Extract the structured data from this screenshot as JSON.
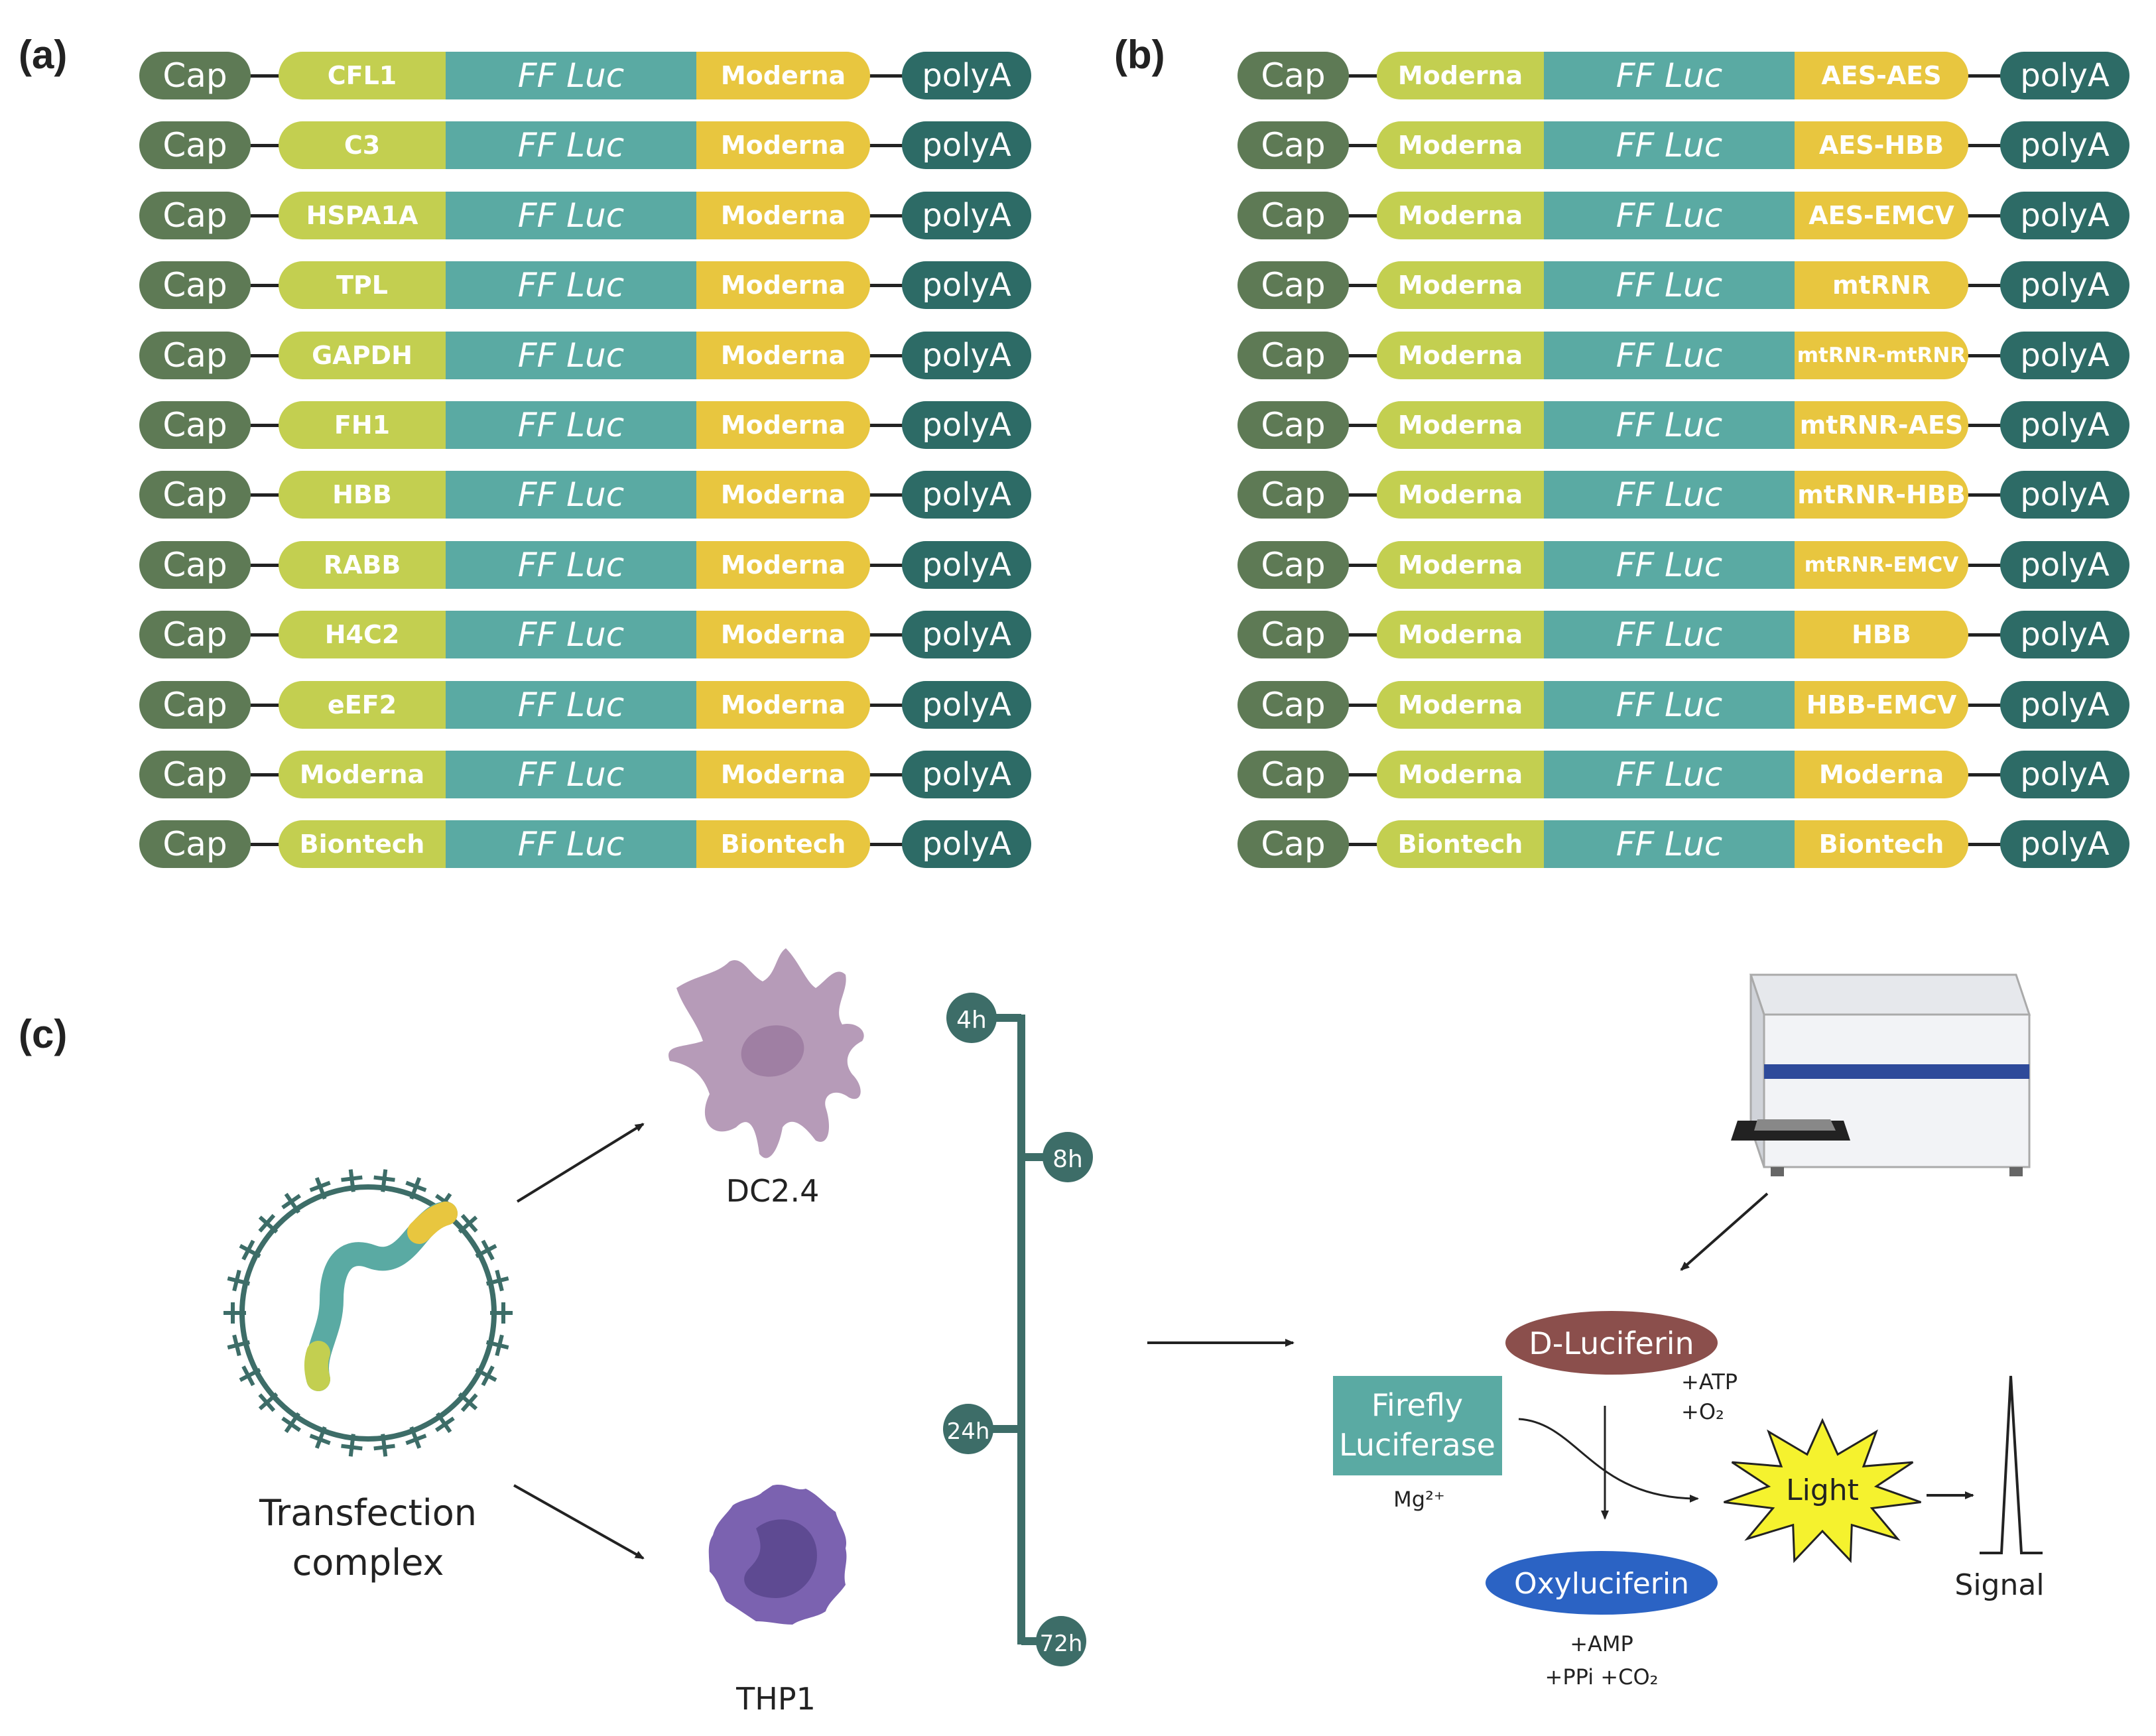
{
  "panels": {
    "a_label": "(a)",
    "b_label": "(b)",
    "c_label": "(c)"
  },
  "construct_labels": {
    "cap": "Cap",
    "cds": "FF Luc",
    "polya": "polyA"
  },
  "panel_a": {
    "rows": [
      {
        "utr5": "CFL1",
        "utr3": "Moderna"
      },
      {
        "utr5": "C3",
        "utr3": "Moderna"
      },
      {
        "utr5": "HSPA1A",
        "utr3": "Moderna"
      },
      {
        "utr5": "TPL",
        "utr3": "Moderna"
      },
      {
        "utr5": "GAPDH",
        "utr3": "Moderna"
      },
      {
        "utr5": "FH1",
        "utr3": "Moderna"
      },
      {
        "utr5": "HBB",
        "utr3": "Moderna"
      },
      {
        "utr5": "RABB",
        "utr3": "Moderna"
      },
      {
        "utr5": "H4C2",
        "utr3": "Moderna"
      },
      {
        "utr5": "eEF2",
        "utr3": "Moderna"
      },
      {
        "utr5": "Moderna",
        "utr3": "Moderna"
      },
      {
        "utr5": "Biontech",
        "utr3": "Biontech"
      }
    ]
  },
  "panel_b": {
    "rows": [
      {
        "utr5": "Moderna",
        "utr3": "AES-AES"
      },
      {
        "utr5": "Moderna",
        "utr3": "AES-HBB"
      },
      {
        "utr5": "Moderna",
        "utr3": "AES-EMCV"
      },
      {
        "utr5": "Moderna",
        "utr3": "mtRNR"
      },
      {
        "utr5": "Moderna",
        "utr3": "mtRNR-mtRNR"
      },
      {
        "utr5": "Moderna",
        "utr3": "mtRNR-AES"
      },
      {
        "utr5": "Moderna",
        "utr3": "mtRNR-HBB"
      },
      {
        "utr5": "Moderna",
        "utr3": "mtRNR-EMCV"
      },
      {
        "utr5": "Moderna",
        "utr3": "HBB"
      },
      {
        "utr5": "Moderna",
        "utr3": "HBB-EMCV"
      },
      {
        "utr5": "Moderna",
        "utr3": "Moderna"
      },
      {
        "utr5": "Biontech",
        "utr3": "Biontech"
      }
    ]
  },
  "panel_c": {
    "transfection_line1": "Transfection",
    "transfection_line2": "complex",
    "cell_dc": "DC2.4",
    "cell_thp": "THP1",
    "timepoints": [
      "4h",
      "8h",
      "24h",
      "72h"
    ],
    "d_luciferin": "D-Luciferin",
    "atp": "+ATP",
    "o2": "+O₂",
    "firefly_line1": "Firefly",
    "firefly_line2": "Luciferase",
    "mg": "Mg²⁺",
    "light": "Light",
    "oxyluciferin": "Oxyluciferin",
    "amp": "+AMP",
    "ppi_co2": "+PPi  +CO₂",
    "signal": "Signal"
  },
  "colors": {
    "cap": "#5e7a55",
    "utr5": "#c3cf50",
    "cds": "#5aaaa3",
    "utr3": "#e8c63f",
    "polya": "#2d6b66",
    "dc_cell": "#b69bb8",
    "thp_cell": "#7b62b0",
    "d_luciferin": "#8b4f4c",
    "oxyluciferin": "#2b63c4",
    "light": "#f5f22e",
    "firefly": "#5aaaa3"
  }
}
